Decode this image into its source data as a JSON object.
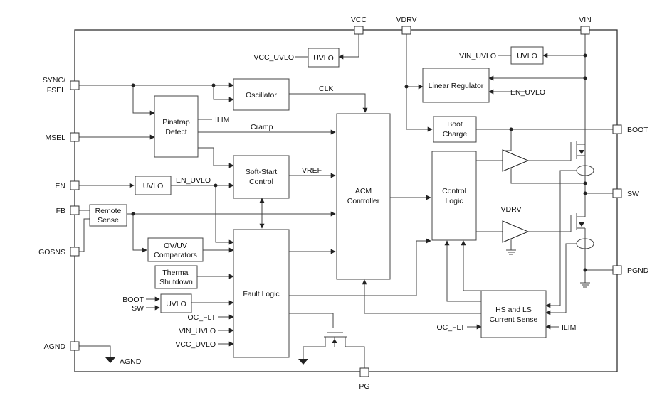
{
  "pins": {
    "vcc": "VCC",
    "vdrv": "VDRV",
    "vin": "VIN",
    "sync_fsel_1": "SYNC/",
    "sync_fsel_2": "FSEL",
    "msel": "MSEL",
    "en": "EN",
    "fb": "FB",
    "gosns": "GOSNS",
    "agnd": "AGND",
    "boot": "BOOT",
    "sw": "SW",
    "pgnd": "PGND",
    "pg": "PG"
  },
  "blocks": {
    "uvlo": "UVLO",
    "oscillator": "Oscillator",
    "pinstrap_1": "Pinstrap",
    "pinstrap_2": "Detect",
    "softstart_1": "Soft-Start",
    "softstart_2": "Control",
    "acm_1": "ACM",
    "acm_2": "Controller",
    "linear_regulator": "Linear Regulator",
    "boot_charge_1": "Boot",
    "boot_charge_2": "Charge",
    "control_logic_1": "Control",
    "control_logic_2": "Logic",
    "remote_sense_1": "Remote",
    "remote_sense_2": "Sense",
    "ovuv_1": "OV/UV",
    "ovuv_2": "Comparators",
    "thermal_1": "Thermal",
    "thermal_2": "Shutdown",
    "fault_logic": "Fault Logic",
    "current_sense_1": "HS and LS",
    "current_sense_2": "Current Sense"
  },
  "signals": {
    "vcc_uvlo": "VCC_UVLO",
    "vin_uvlo": "VIN_UVLO",
    "en_uvlo": "EN_UVLO",
    "clk": "CLK",
    "ilim": "ILIM",
    "cramp": "Cramp",
    "vref": "VREF",
    "vdrv": "VDRV",
    "boot": "BOOT",
    "sw": "SW",
    "oc_flt": "OC_FLT",
    "agnd": "AGND"
  }
}
